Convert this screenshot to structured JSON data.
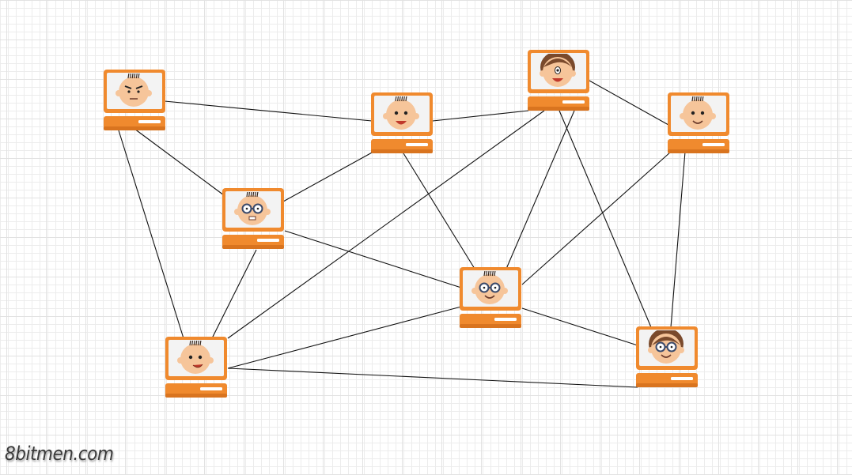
{
  "diagram": {
    "type": "peer-to-peer network",
    "colors": {
      "computer": "#f08a2e",
      "computer_dark": "#d9741f",
      "screen_bg": "#f3f3f3",
      "skin": "#f6c59a",
      "line": "#111111"
    },
    "nodes": [
      {
        "id": "n1",
        "icon": "computer-angry-face-icon"
      },
      {
        "id": "n2",
        "icon": "computer-happy-face-icon"
      },
      {
        "id": "n3",
        "icon": "computer-woman-face-icon"
      },
      {
        "id": "n4",
        "icon": "computer-smiling-face-icon"
      },
      {
        "id": "n5",
        "icon": "computer-glasses-face-icon"
      },
      {
        "id": "n6",
        "icon": "computer-round-glasses-face-icon"
      },
      {
        "id": "n7",
        "icon": "computer-cheeky-face-icon"
      },
      {
        "id": "n8",
        "icon": "computer-brunette-glasses-face-icon"
      }
    ],
    "edges": [
      [
        "n1",
        "n2"
      ],
      [
        "n1",
        "n5"
      ],
      [
        "n1",
        "n7"
      ],
      [
        "n2",
        "n3"
      ],
      [
        "n2",
        "n5"
      ],
      [
        "n2",
        "n6"
      ],
      [
        "n3",
        "n4"
      ],
      [
        "n3",
        "n6"
      ],
      [
        "n3",
        "n7"
      ],
      [
        "n3",
        "n8"
      ],
      [
        "n4",
        "n6"
      ],
      [
        "n4",
        "n8"
      ],
      [
        "n5",
        "n6"
      ],
      [
        "n5",
        "n7"
      ],
      [
        "n6",
        "n7"
      ],
      [
        "n6",
        "n8"
      ],
      [
        "n7",
        "n8"
      ]
    ]
  },
  "watermark": "8bitmen.com"
}
